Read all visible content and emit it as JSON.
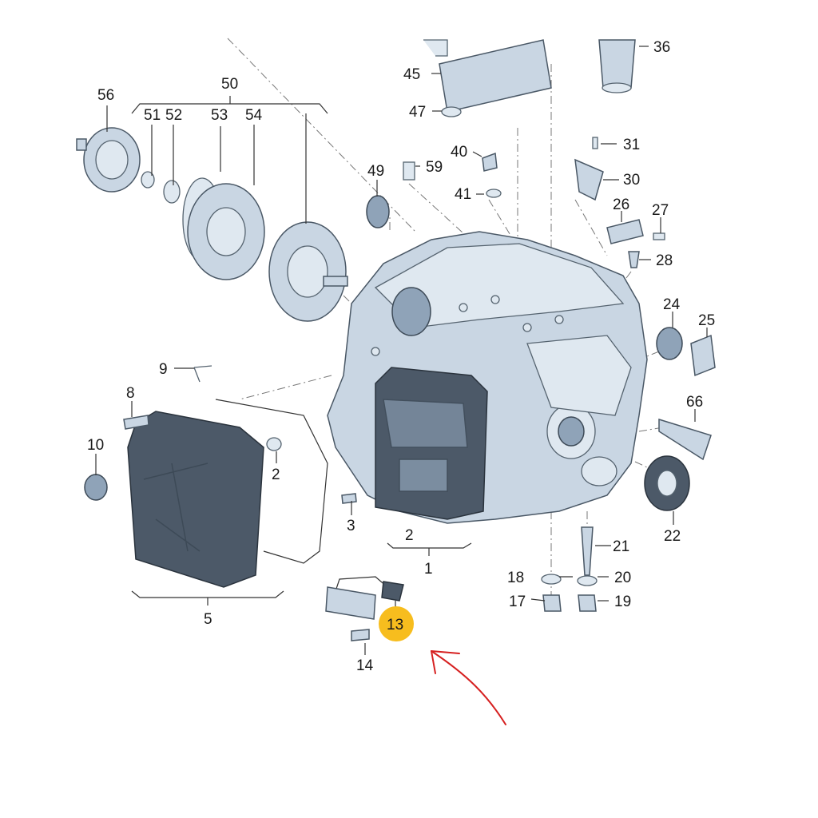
{
  "labels": {
    "l1": "1",
    "l2a": "2",
    "l2b": "2",
    "l3": "3",
    "l5": "5",
    "l8": "8",
    "l9": "9",
    "l10": "10",
    "l13": "13",
    "l14": "14",
    "l17": "17",
    "l18": "18",
    "l19": "19",
    "l20": "20",
    "l21": "21",
    "l22": "22",
    "l24": "24",
    "l25": "25",
    "l26": "26",
    "l27": "27",
    "l28": "28",
    "l30": "30",
    "l31": "31",
    "l36": "36",
    "l40": "40",
    "l41": "41",
    "l45": "45",
    "l47": "47",
    "l49": "49",
    "l50": "50",
    "l51": "51",
    "l52": "52",
    "l53": "53",
    "l54": "54",
    "l56": "56",
    "l59": "59",
    "l66": "66"
  },
  "colors": {
    "highlight": "#f7bd1e",
    "annotation_arrow": "#d62020",
    "part_fill": "#c9d6e3",
    "part_dark": "#4c5968"
  }
}
